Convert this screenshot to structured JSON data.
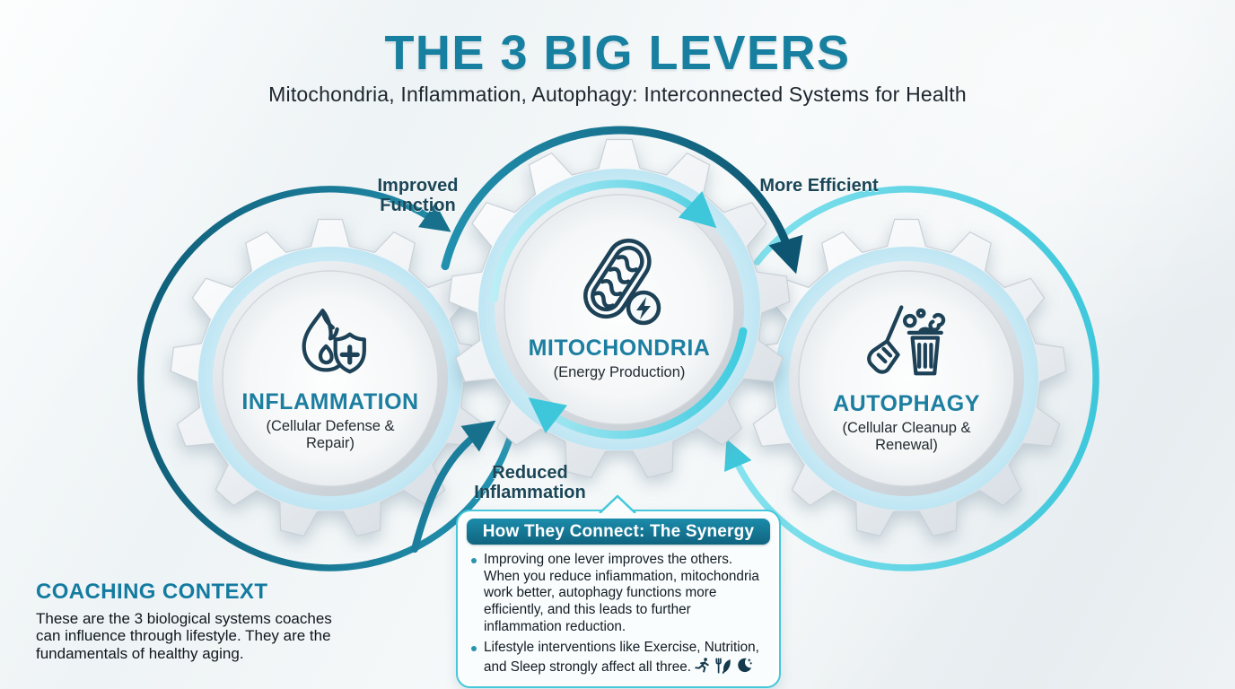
{
  "header": {
    "title": "THE 3 BIG LEVERS",
    "subtitle": "Mitochondria, Inflammation, Autophagy: Interconnected Systems for Health"
  },
  "gears": {
    "inflammation": {
      "name": "INFLAMMATION",
      "sub": "(Cellular Defense & Repair)",
      "icon": "flame-shield-icon"
    },
    "mitochondria": {
      "name": "MITOCHONDRIA",
      "sub": "(Energy Production)",
      "icon": "mitochondria-bolt-icon"
    },
    "autophagy": {
      "name": "AUTOPHAGY",
      "sub": "(Cellular Cleanup & Renewal)",
      "icon": "broom-trash-icon"
    }
  },
  "flow_labels": {
    "improved_function": "Improved Function",
    "more_efficient": "More Efficient",
    "reduced_inflammation": "Reduced Inflammation"
  },
  "synergy": {
    "title": "How They Connect: The Synergy",
    "bullet_1": "Improving one lever improves the others. When you reduce infiammation, mitochondria work better, autophagy functions more efficiently, and this leads to further inflammation reduction.",
    "bullet_2": "Lifestyle interventions like Exercise, Nutrition, and Sleep strongly affect all three.",
    "icon_names": [
      "runner-icon",
      "nutrition-icon",
      "sleep-icon"
    ]
  },
  "coaching": {
    "title": "COACHING CONTEXT",
    "body": "These are the 3 biological systems coaches can influence through lifestyle. They are the fundamentals of healthy aging."
  },
  "colors": {
    "teal": "#177f9f",
    "dark_teal": "#0d5570",
    "cyan": "#52d2e3",
    "text_dark": "#15202a"
  }
}
